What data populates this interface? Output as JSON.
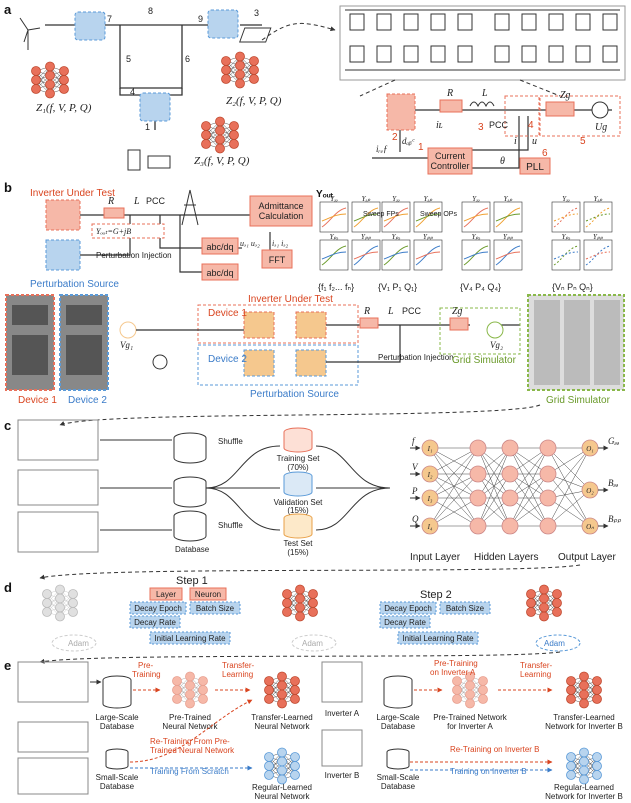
{
  "panels": {
    "a": "a",
    "b": "b",
    "c": "c",
    "d": "d",
    "e": "e"
  },
  "a": {
    "nodes": [
      "7",
      "8",
      "9",
      "3",
      "5",
      "6",
      "4",
      "1"
    ],
    "z1": "Z₁(f, V, P, Q)",
    "z2": "Z₂(f, V, P, Q)",
    "z3": "Z₃(f, V, P, Q)",
    "r": "R",
    "l": "L",
    "zg": "Zɡ",
    "ug": "Uɡ",
    "pcc": "PCC",
    "il": "iʟ",
    "i": "i",
    "u": "u",
    "dabc": "dₐᵦᶜ",
    "iref": "iᵣₑƒ",
    "theta": "θ",
    "current_controller": "Current Controller",
    "pll": "PLL",
    "labels": [
      "2",
      "3",
      "4",
      "5",
      "1",
      "6"
    ]
  },
  "b": {
    "inverter_under_test": "Inverter Under Test",
    "perturbation_source": "Perturbation Source",
    "perturbation_injection": "Perturbation Injection",
    "yout_formula": "Yₒᵤₜ=G+jB",
    "pcc": "PCC",
    "admittance_calc": "Admittance Calculation",
    "abcdq": "abc/dq",
    "fft": "FFT",
    "u_signals": "uₔ₁ uₔ₂",
    "i_signals": "iₔ₁ iₔ₂",
    "yout": "Yₒᵤₜ",
    "sweep_fps": "Sweep FPs",
    "sweep_ops": "Sweep OPs",
    "ydd": "Yₔₔ",
    "yqd": "Yₚₔ",
    "ydq": "Yₔₚ",
    "yqq": "Yₚₚ",
    "set_f": "{f₁ f₂... fₙ}",
    "set_op1": "{V₁ P₁ Q₁}",
    "set_op4": "{V₄ P₄ Q₄}",
    "set_opn": "{Vₙ Pₙ Qₙ}",
    "device1": "Device 1",
    "device2": "Device 2",
    "vg1": "Vɡ₁",
    "vg2": "Vɡ₂",
    "grid_simulator": "Grid Simulator"
  },
  "c": {
    "shuffle": "Shuffle",
    "database": "Database",
    "training_set": "Training Set",
    "training_pct": "(70%)",
    "validation_set": "Validation Set",
    "validation_pct": "(15%)",
    "test_set": "Test Set",
    "test_pct": "(15%)",
    "inputs": [
      "f",
      "V",
      "P",
      "Q"
    ],
    "input_nodes": [
      "I₁",
      "I₂",
      "I₃",
      "I₄"
    ],
    "outputs": [
      "Gₔₔ",
      "Bₔₔ",
      "Bₚₚ"
    ],
    "output_nodes": [
      "O₁",
      "O₂",
      "Oₙ"
    ],
    "input_layer": "Input Layer",
    "hidden_layers": "Hidden Layers",
    "output_layer": "Output Layer"
  },
  "d": {
    "step1": "Step 1",
    "step2": "Step 2",
    "layer": "Layer",
    "neuron": "Neuron",
    "decay_epoch": "Decay Epoch",
    "batch_size": "Batch Size",
    "decay_rate": "Decay Rate",
    "initial_lr": "Initial Learning Rate",
    "adam": "Adam"
  },
  "e": {
    "pre_training": "Pre-Training",
    "transfer_learning": "Transfer-Learning",
    "large_db": "Large-Scale Database",
    "pretrained_nn": "Pre-Trained Neural Network",
    "transfer_nn": "Transfer-Learned Neural Network",
    "retrain": "Re-Training From Pre-Trained Neural Network",
    "training_scratch": "Training From Scratch",
    "small_db": "Small-Scale Database",
    "regular_nn": "Regular-Learned Neural Network",
    "inverter_a": "Inverter A",
    "inverter_b": "Inverter B",
    "pre_training_a": "Pre-Training on Inverter A",
    "pretrained_a": "Pre-Trained Network for Inverter A",
    "transfer_b": "Transfer-Learned Network for Inverter B",
    "retrain_b": "Re-Training on Inverter B",
    "training_b": "Training on Inverter B",
    "regular_b": "Regular-Learned Network for Inverter B"
  },
  "colors": {
    "red": "#e8705a",
    "pink": "#f6b8a8",
    "blue": "#5a9ad8",
    "lightblue": "#b8d4ee",
    "orange": "#f5c88e",
    "green": "#8ab84a",
    "grey": "#bdbdbd"
  }
}
